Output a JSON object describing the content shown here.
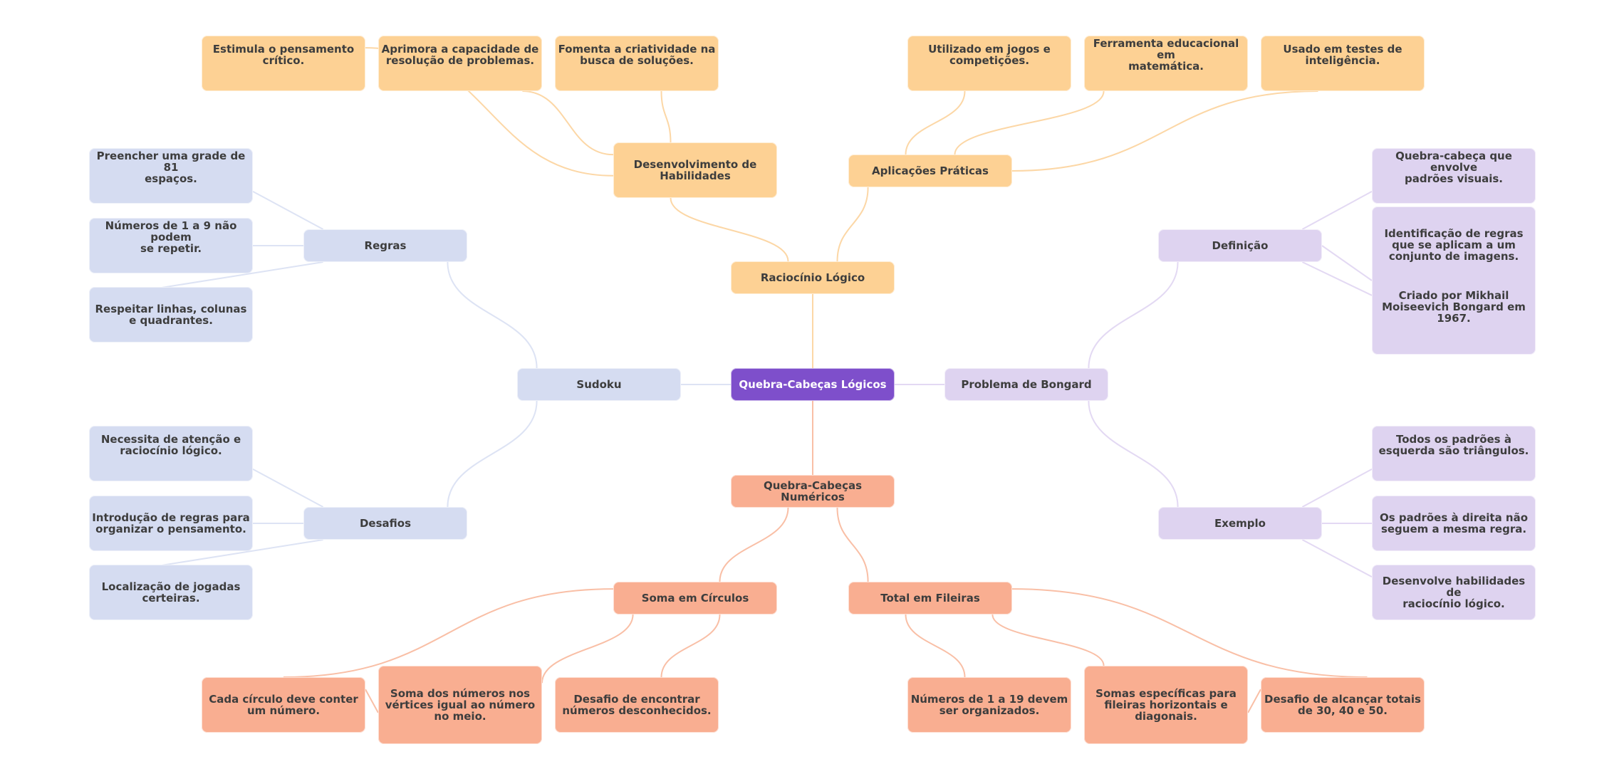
{
  "title": "Quebra-Cabeças Lógicos",
  "colors": {
    "root": "#7e4fcb",
    "orange": "#fdd194",
    "salmon": "#f9ae91",
    "blue": "#d5dcf1",
    "purple": "#ded3f0",
    "text": "#3d3d3d",
    "edge_orange": "#fcd7a6",
    "edge_salmon": "#f9bfa6",
    "edge_blue": "#dde3f4",
    "edge_purple": "#e3d9f3"
  },
  "root": {
    "label": "Quebra-Cabeças Lógicos"
  },
  "branches": {
    "raciocinio": {
      "label": "Raciocínio Lógico",
      "children": {
        "desenvolvimento": {
          "label": "Desenvolvimento de\nHabilidades",
          "leaves": [
            "Estimula o pensamento\ncrítico.",
            "Aprimora a capacidade de\nresolução de problemas.",
            "Fomenta a criatividade na\nbusca de soluções."
          ]
        },
        "aplicacoes": {
          "label": "Aplicações Práticas",
          "leaves": [
            "Utilizado em jogos e\ncompetições.",
            "Ferramenta educacional em\nmatemática.",
            "Usado em testes de\ninteligência."
          ]
        }
      }
    },
    "sudoku": {
      "label": "Sudoku",
      "children": {
        "regras": {
          "label": "Regras",
          "leaves": [
            "Preencher uma grade de 81\nespaços.",
            "Números de 1 a 9 não podem\nse repetir.",
            "Respeitar linhas, colunas\ne quadrantes."
          ]
        },
        "desafios": {
          "label": "Desafios",
          "leaves": [
            "Necessita de atenção e\nraciocínio lógico.",
            "Introdução de regras para\norganizar o pensamento.",
            "Localização de jogadas\ncerteiras."
          ]
        }
      }
    },
    "bongard": {
      "label": "Problema de Bongard",
      "children": {
        "definicao": {
          "label": "Definição",
          "leaves": [
            "Quebra-cabeça que envolve\npadrões visuais.",
            "Identificação de regras\nque se aplicam a um\nconjunto de imagens.",
            "Criado por Mikhail\nMoiseevich Bongard em\n1967."
          ]
        },
        "exemplo": {
          "label": "Exemplo",
          "leaves": [
            "Todos os padrões à\nesquerda são triângulos.",
            "Os padrões à direita não\nseguem a mesma regra.",
            "Desenvolve habilidades de\nraciocínio lógico."
          ]
        }
      }
    },
    "numericos": {
      "label": "Quebra-Cabeças Numéricos",
      "children": {
        "soma": {
          "label": "Soma em Círculos",
          "leaves": [
            "Cada círculo deve conter\num número.",
            "Soma dos números nos\nvértices igual ao número\nno meio.",
            "Desafio de encontrar\nnúmeros desconhecidos."
          ]
        },
        "total": {
          "label": "Total em Fileiras",
          "leaves": [
            "Números de 1 a 19 devem\nser organizados.",
            "Somas específicas para\nfileiras horizontais e\ndiagonais.",
            "Desafio de alcançar totais\nde 30, 40 e 50."
          ]
        }
      }
    }
  }
}
